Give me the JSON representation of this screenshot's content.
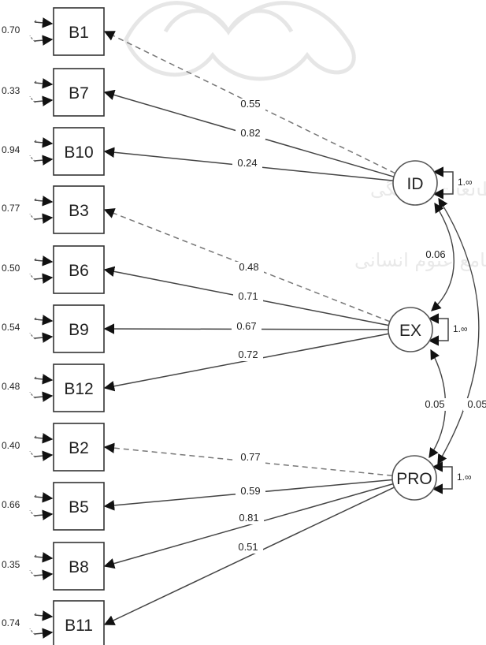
{
  "observed": [
    {
      "id": "B1",
      "label": "B1",
      "error": "0.70"
    },
    {
      "id": "B7",
      "label": "B7",
      "error": "0.33"
    },
    {
      "id": "B10",
      "label": "B10",
      "error": "0.94"
    },
    {
      "id": "B3",
      "label": "B3",
      "error": "0.77"
    },
    {
      "id": "B6",
      "label": "B6",
      "error": "0.50"
    },
    {
      "id": "B9",
      "label": "B9",
      "error": "0.54"
    },
    {
      "id": "B12",
      "label": "B12",
      "error": "0.48"
    },
    {
      "id": "B2",
      "label": "B2",
      "error": "0.40"
    },
    {
      "id": "B5",
      "label": "B5",
      "error": "0.66"
    },
    {
      "id": "B8",
      "label": "B8",
      "error": "0.35"
    },
    {
      "id": "B11",
      "label": "B11",
      "error": "0.74"
    }
  ],
  "latent": [
    {
      "id": "ID",
      "label": "ID",
      "variance": "1.∞"
    },
    {
      "id": "EX",
      "label": "EX",
      "variance": "1.∞"
    },
    {
      "id": "PRO",
      "label": "PRO",
      "variance": "1.∞"
    }
  ],
  "loadings": [
    {
      "from": "ID",
      "to": "B1",
      "value": "0.55",
      "dashed": true
    },
    {
      "from": "ID",
      "to": "B7",
      "value": "0.82",
      "dashed": false
    },
    {
      "from": "ID",
      "to": "B10",
      "value": "0.24",
      "dashed": false
    },
    {
      "from": "EX",
      "to": "B3",
      "value": "0.48",
      "dashed": true
    },
    {
      "from": "EX",
      "to": "B6",
      "value": "0.71",
      "dashed": false
    },
    {
      "from": "EX",
      "to": "B9",
      "value": "0.67",
      "dashed": false
    },
    {
      "from": "EX",
      "to": "B12",
      "value": "0.72",
      "dashed": false
    },
    {
      "from": "PRO",
      "to": "B2",
      "value": "0.77",
      "dashed": true
    },
    {
      "from": "PRO",
      "to": "B5",
      "value": "0.59",
      "dashed": false
    },
    {
      "from": "PRO",
      "to": "B8",
      "value": "0.81",
      "dashed": false
    },
    {
      "from": "PRO",
      "to": "B11",
      "value": "0.51",
      "dashed": false
    }
  ],
  "covariances": [
    {
      "a": "ID",
      "b": "EX",
      "value": "0.06"
    },
    {
      "a": "EX",
      "b": "PRO",
      "value": "0.05"
    },
    {
      "a": "ID",
      "b": "PRO",
      "value": "0.05"
    }
  ],
  "watermark": {
    "line1": "پژوهشگاه علوم انسانی و مطالعات فرهنگی",
    "line2": "پرتال جامع علوم انسانی"
  }
}
